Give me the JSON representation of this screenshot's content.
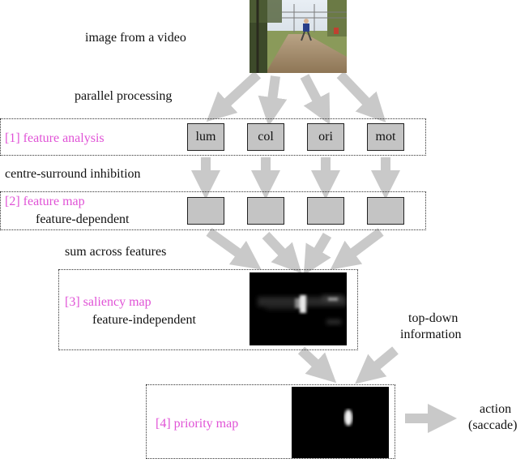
{
  "title_image": "image from a video",
  "parallel": "parallel processing",
  "stage1": {
    "label": "[1] feature analysis",
    "features": [
      "lum",
      "col",
      "ori",
      "mot"
    ]
  },
  "centre": "centre-surround inhibition",
  "stage2": {
    "label": "[2] feature map",
    "sub": "feature-dependent"
  },
  "sum": "sum across features",
  "stage3": {
    "label": "[3] saliency map",
    "sub": "feature-independent"
  },
  "topdown": {
    "line1": "top-down",
    "line2": "information"
  },
  "stage4": {
    "label": "[4] priority map"
  },
  "action": {
    "line1": "action",
    "line2": "(saccade)"
  },
  "colors": {
    "stage_label": "#e052d6",
    "arrow": "#c9c9c9",
    "feature_box": "#c4c4c4"
  }
}
